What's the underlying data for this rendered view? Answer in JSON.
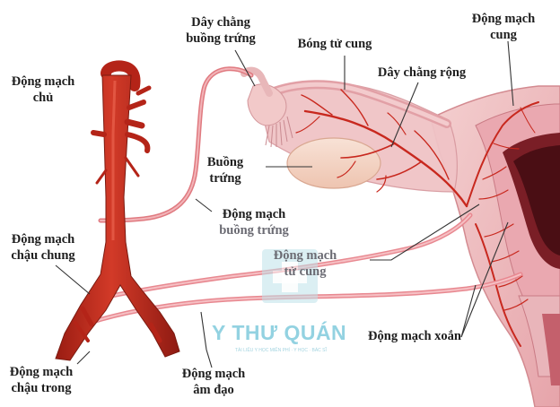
{
  "labels": {
    "day_chang_buong_trung": [
      "Dây chằng",
      "buồng trứng"
    ],
    "bong_tu_cung": "Bóng tử cung",
    "dong_mach_cung": [
      "Động mạch",
      "cung"
    ],
    "day_chang_rong": "Dây chằng rộng",
    "dong_mach_chu": [
      "Động mạch",
      "chủ"
    ],
    "buong_trung": [
      "Buồng",
      "trứng"
    ],
    "dong_mach_buong_trung": [
      "Động mạch",
      "buồng trứng"
    ],
    "dong_mach_chau_chung": [
      "Động mạch",
      "chậu chung"
    ],
    "dong_mach_tu_cung": [
      "Động mạch",
      "tử cung"
    ],
    "dong_mach_xoan": "Động mạch xoắn",
    "dong_mach_chau_trong": [
      "Động mạch",
      "chậu trong"
    ],
    "dong_mach_am_dao": [
      "Động mạch",
      "âm đạo"
    ]
  },
  "watermark": {
    "text": "Y THƯ QUÁN",
    "subtitle": "TÀI LIỆU Y HỌC MIỄN PHÍ · Y HỌC · BÁC SĨ"
  },
  "colors": {
    "artery": "#c8281e",
    "artery_dark": "#8e1a12",
    "vessel_pale": "#e88890",
    "uterus_tissue": "#f2c4c4",
    "ovary": "#f5d5c8",
    "leader": "#333333",
    "watermark": "#5fb7d0"
  }
}
